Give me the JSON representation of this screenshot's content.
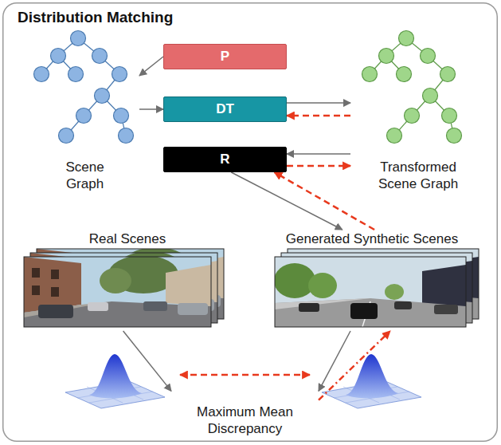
{
  "diagram": {
    "nodes": [
      {
        "text": [
          "Distribution Matching"
        ]
      },
      {
        "text": [
          "Scene Graph"
        ],
        "in": 0
      },
      {
        "text": [
          "P"
        ],
        "in": 0
      },
      {
        "text": [
          "DT"
        ],
        "in": 0
      },
      {
        "text": [
          "Transformed Scene Graph"
        ],
        "in": 0
      },
      {
        "text": [
          "R"
        ],
        "in": 0
      },
      {
        "text": [
          "Real Scenes"
        ],
        "in": 0
      },
      {
        "text": [
          "Generated Synthetic Scenes"
        ],
        "in": 0
      },
      {
        "text": [
          "Maximum Mean Discrepancy"
        ],
        "in": 0
      }
    ],
    "edges": [
      {
        "from": 2,
        "to": 1,
        "arrow": "to"
      },
      {
        "from": 1,
        "to": 3,
        "arrow": "to"
      },
      {
        "from": 3,
        "to": 4,
        "arrow": "to"
      },
      {
        "from": 4,
        "to": 3,
        "arrow": "to"
      },
      {
        "from": 4,
        "to": 5,
        "arrow": "to"
      },
      {
        "from": 5,
        "to": 4,
        "arrow": "to"
      },
      {
        "from": 5,
        "to": 7,
        "arrow": "to"
      },
      {
        "from": 7,
        "to": 5,
        "arrow": "to"
      },
      {
        "from": 6,
        "to": 8,
        "arrow": "to"
      },
      {
        "from": 7,
        "to": 8,
        "arrow": "to"
      },
      {
        "from": 8,
        "to": 7,
        "arrow": "to"
      }
    ]
  }
}
